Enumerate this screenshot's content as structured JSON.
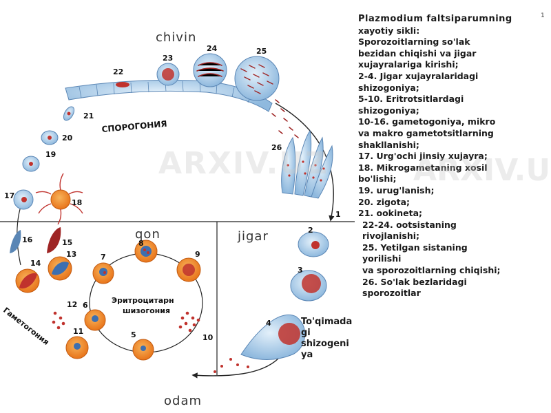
{
  "regions": {
    "chivin": "chivin",
    "qon": "qon",
    "jigar": "jigar",
    "odam": "odam"
  },
  "russian_labels": {
    "sporogony": "СПОРОГОНИЯ",
    "gametogony": "Гаметогония",
    "erythro_line1": "Эритроцитарн",
    "erythro_line2": "шизогония"
  },
  "tissue_schizogony": {
    "line1": "To'qimada",
    "line2": "gi",
    "line3": "shizogeni",
    "line4": "ya"
  },
  "stages": [
    "1",
    "2",
    "3",
    "4",
    "5",
    "6",
    "7",
    "8",
    "9",
    "10",
    "11",
    "12",
    "13",
    "14",
    "15",
    "16",
    "17",
    "18",
    "19",
    "20",
    "21",
    "22",
    "23",
    "24",
    "25",
    "26"
  ],
  "legend": [
    "Plazmodium faltsiparumning",
    "xayotiy sikli:",
    "Sporozoitlarning so'lak",
    "bezidan chiqishi va jigar",
    "xujayralariga kirishi;",
    "2-4. Jigar xujayralaridagi",
    "shizogoniya;",
    "5-10. Eritrotsitlardagi",
    "shizogoniya;",
    "10-16. gametogoniya, mikro",
    "va makro gametotsitlarning",
    "shakllanishi;",
    "17. Urg'ochi jinsiy xujayra;",
    "18. Mikrogametaning xosil",
    "bo'lishi;",
    "19. urug'lanish;",
    "20. zigota;",
    "21. ookineta;",
    "22-24. ootsistaning",
    "rivojlanishi;",
    "25. Yetilgan sistaning",
    "yorilishi",
    "va sporozoitlarning chiqishi;",
    "26. So'lak bezlaridagi",
    "sporozoitlar"
  ],
  "watermark": "ARXIV.UZ",
  "page_mark": "1",
  "colors": {
    "cell_orange": "#f28a1e",
    "cell_light": "#f6c483",
    "parasite_red": "#c0322d",
    "parasite_blue": "#3d6fb0",
    "epithelium_blue": "#9cc4e4",
    "line": "#222222"
  }
}
